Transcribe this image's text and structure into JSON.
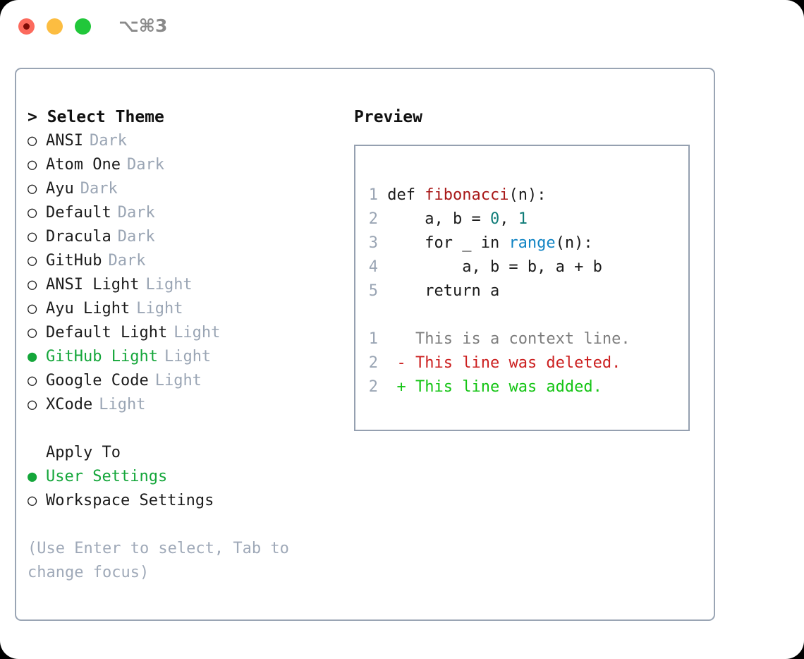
{
  "titlebar": {
    "shortcut": "⌥⌘3",
    "buttons": [
      {
        "name": "close",
        "color": "#fc6a5d"
      },
      {
        "name": "minimize",
        "color": "#fcbd41"
      },
      {
        "name": "maximize",
        "color": "#21c73a"
      }
    ]
  },
  "themes": {
    "heading": "> Select Theme",
    "items": [
      {
        "bullet": "○",
        "label": "ANSI",
        "badge": "Dark",
        "selected": false
      },
      {
        "bullet": "○",
        "label": "Atom One",
        "badge": "Dark",
        "selected": false
      },
      {
        "bullet": "○",
        "label": "Ayu",
        "badge": "Dark",
        "selected": false
      },
      {
        "bullet": "○",
        "label": "Default",
        "badge": "Dark",
        "selected": false
      },
      {
        "bullet": "○",
        "label": "Dracula",
        "badge": "Dark",
        "selected": false
      },
      {
        "bullet": "○",
        "label": "GitHub",
        "badge": "Dark",
        "selected": false
      },
      {
        "bullet": "○",
        "label": "ANSI Light",
        "badge": "Light",
        "selected": false
      },
      {
        "bullet": "○",
        "label": "Ayu Light",
        "badge": "Light",
        "selected": false
      },
      {
        "bullet": "○",
        "label": "Default Light",
        "badge": "Light",
        "selected": false
      },
      {
        "bullet": "●",
        "label": "GitHub Light",
        "badge": "Light",
        "selected": true
      },
      {
        "bullet": "○",
        "label": "Google Code",
        "badge": "Light",
        "selected": false
      },
      {
        "bullet": "○",
        "label": "XCode",
        "badge": "Light",
        "selected": false
      }
    ]
  },
  "apply_to": {
    "heading": "Apply To",
    "items": [
      {
        "bullet": "●",
        "label": "User Settings",
        "selected": true
      },
      {
        "bullet": "○",
        "label": "Workspace Settings",
        "selected": false
      }
    ]
  },
  "hint": "(Use Enter to select, Tab to change focus)",
  "preview": {
    "title": "Preview",
    "code_lines": [
      {
        "num": "1",
        "tokens": [
          {
            "text": "def ",
            "cls": "tok-kw"
          },
          {
            "text": "fibonacci",
            "cls": "tok-fn"
          },
          {
            "text": "(n):",
            "cls": "tok-plain"
          }
        ]
      },
      {
        "num": "2",
        "tokens": [
          {
            "text": "    a, b = ",
            "cls": "tok-plain"
          },
          {
            "text": "0",
            "cls": "tok-num"
          },
          {
            "text": ", ",
            "cls": "tok-plain"
          },
          {
            "text": "1",
            "cls": "tok-num"
          }
        ]
      },
      {
        "num": "3",
        "tokens": [
          {
            "text": "    for _ in ",
            "cls": "tok-plain"
          },
          {
            "text": "range",
            "cls": "tok-call"
          },
          {
            "text": "(n):",
            "cls": "tok-plain"
          }
        ]
      },
      {
        "num": "4",
        "tokens": [
          {
            "text": "        a, b = b, a + b",
            "cls": "tok-plain"
          }
        ]
      },
      {
        "num": "5",
        "tokens": [
          {
            "text": "    return a",
            "cls": "tok-plain"
          }
        ]
      }
    ],
    "diff_lines": [
      {
        "num": "1",
        "marker": "  ",
        "text": "This is a context line.",
        "cls": "diff-ctx"
      },
      {
        "num": "2",
        "marker": "- ",
        "text": "This line was deleted.",
        "cls": "diff-del"
      },
      {
        "num": "2",
        "marker": "+ ",
        "text": "This line was added.",
        "cls": "diff-add"
      }
    ]
  },
  "colors": {
    "accent_green": "#14a63a",
    "diff_add": "#14c414",
    "diff_del": "#cc2020",
    "muted": "#9aa5b4",
    "border": "#9aa5b4",
    "function": "#a81818",
    "number": "#0f7c78",
    "call": "#1184c4"
  }
}
